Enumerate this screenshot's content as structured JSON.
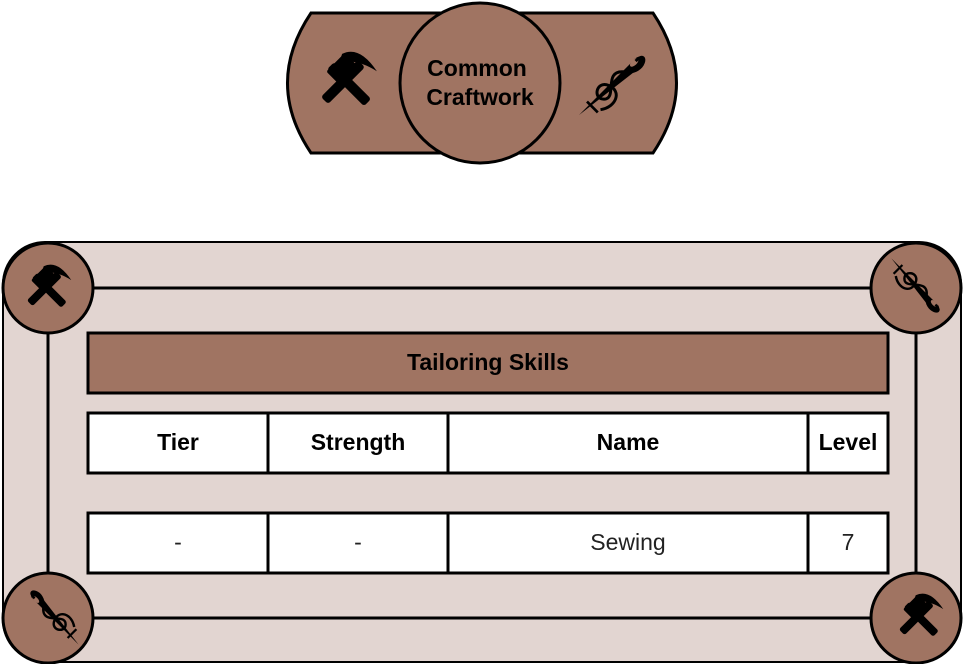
{
  "badge": {
    "title_line1": "Common",
    "title_line2": "Craftwork",
    "left_icon": "hammer-pick-icon",
    "right_icon": "needle-thread-icon"
  },
  "panel": {
    "title": "Tailoring Skills",
    "corner_icons": [
      "hammer-pick-icon",
      "needle-thread-icon",
      "needle-thread-icon",
      "hammer-pick-icon"
    ]
  },
  "table": {
    "headers": [
      "Tier",
      "Strength",
      "Name",
      "Level"
    ],
    "rows": [
      [
        "-",
        "-",
        "Sewing",
        "7"
      ]
    ]
  },
  "colors": {
    "brown": "#a07462",
    "panel_bg": "#e2d5d1",
    "stroke": "#000000",
    "cell_bg": "#ffffff"
  }
}
